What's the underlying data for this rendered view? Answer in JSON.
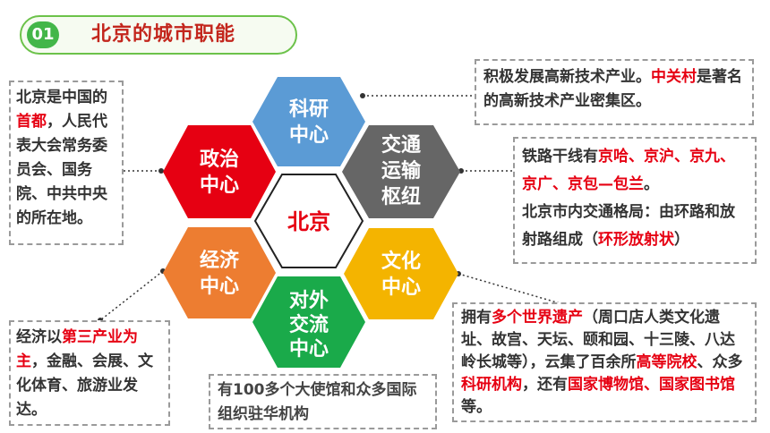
{
  "header": {
    "badge": "01",
    "title": "北京的城市职能"
  },
  "colors": {
    "research": "#5b9bd5",
    "political": "#e60012",
    "transport": "#666666",
    "economic": "#ed7d31",
    "culture": "#f4b400",
    "exchange": "#1aaa4a",
    "accent": "#e60012",
    "title": "#c3261d",
    "pill_border": "#6cc24a"
  },
  "hexes": {
    "center": "北京",
    "research": [
      "科研",
      "中心"
    ],
    "political": [
      "政治",
      "中心"
    ],
    "transport": [
      "交通",
      "运输",
      "枢纽"
    ],
    "economic": [
      "经济",
      "中心"
    ],
    "culture": [
      "文化",
      "中心"
    ],
    "exchange": [
      "对外",
      "交流",
      "中心"
    ]
  },
  "boxes": {
    "capital": {
      "t1": "北京是中国的",
      "t2": "首都",
      "t3": "，人民代表大会常务委员会、国务院、中共中央的所在地。"
    },
    "research": {
      "t1": "积极发展高新技术产业。",
      "t2": "中关村",
      "t3": "是著名的高新技术产业密集区。"
    },
    "transport": {
      "t1": "铁路干线有",
      "t2": "京哈、京沪、京九、京广、京包—包兰",
      "t3": "。",
      "t4": "北京市内交通格局：由环路和放射路组成（",
      "t5": "环形放射状",
      "t6": "）"
    },
    "economy": {
      "t1": "经济以",
      "t2": "第三产业为主",
      "t3": "，金融、会展、文化体育、旅游业发达。"
    },
    "exchange": {
      "t1": "有100多个大使馆和众多国际组织驻华机构"
    },
    "culture": {
      "t1": "拥有",
      "t2": "多个世界遗产",
      "t3": "（周口店人类文化遗址、故宫、天坛、颐和园、十三陵、八达岭长城等），云集了百余所",
      "t4": "高等院校",
      "t5": "、众多",
      "t6": "科研机构",
      "t7": "，还有",
      "t8": "国家博物馆、国家图书馆",
      "t9": "等。"
    }
  }
}
